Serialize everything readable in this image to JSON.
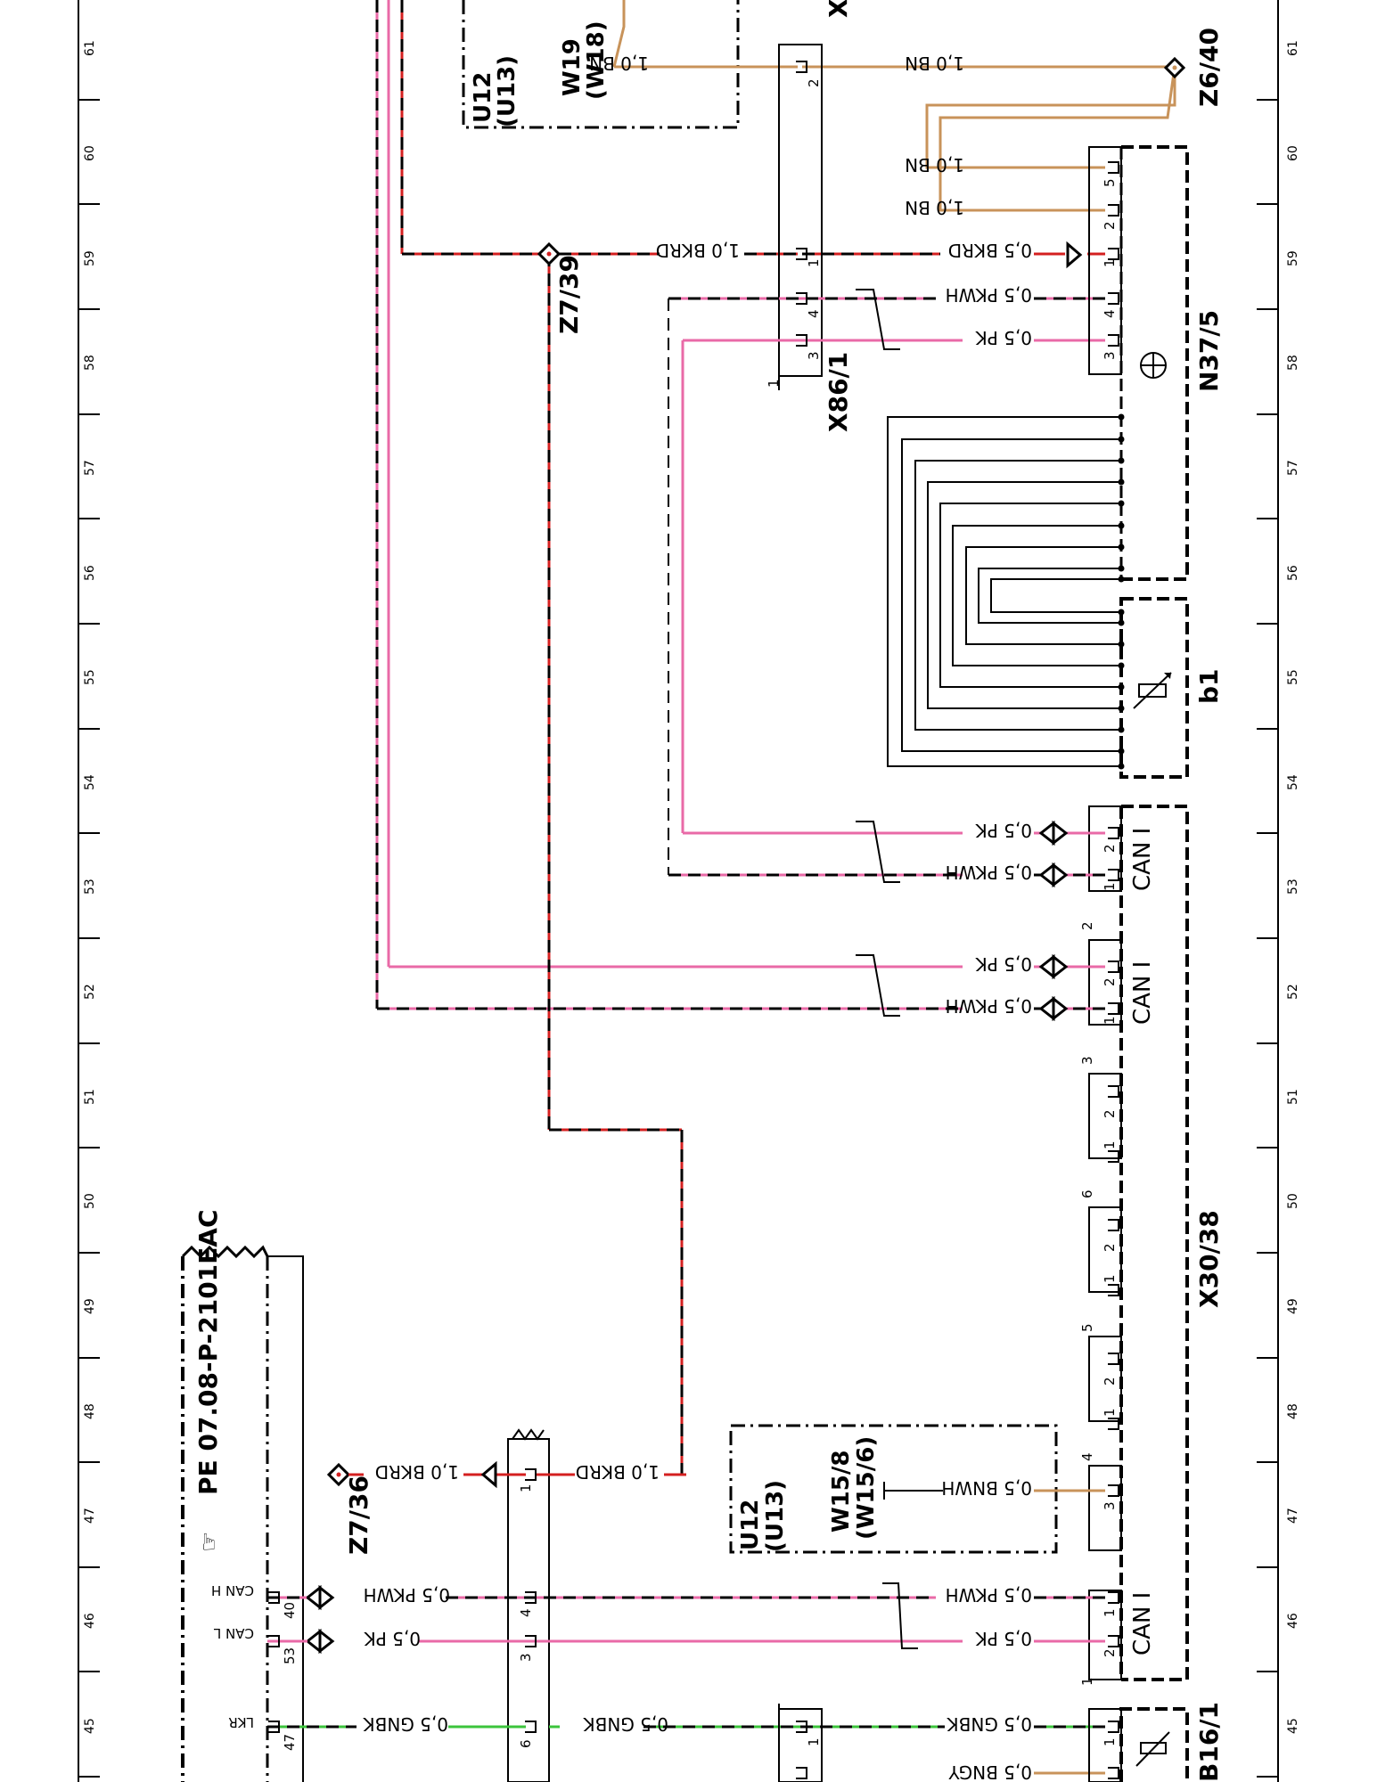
{
  "grid": {
    "columns": [
      "61",
      "60",
      "59",
      "58",
      "57",
      "56",
      "55",
      "54",
      "53",
      "52",
      "51",
      "50",
      "49",
      "48",
      "47",
      "46",
      "45"
    ]
  },
  "colors": {
    "BN": "#c8935a",
    "PK": "#e96aa7",
    "PKWH": "#e96aa7",
    "BKRD": "#d42020",
    "GNBK": "#3cc43c",
    "BNGY": "#c8935a",
    "BNWH": "#c8935a"
  },
  "components": {
    "x_top": "X",
    "u12_top": "U12",
    "u13_top": "(U13)",
    "w19": "W19",
    "w18": "(W18)",
    "z640": "Z6/40",
    "z739": "Z7/39",
    "x861": "X86/1",
    "n375": "N37/5",
    "b1": "b1",
    "x3038": "X30/38",
    "w158": "W15/8",
    "w156": "(W15/6)",
    "u12_mid": "U12",
    "u13_mid": "(U13)",
    "z736": "Z7/36",
    "pe": "PE 07.08-P-2101EAC",
    "b161": "B16/1"
  },
  "wires": {
    "w19_bn": "1,0 BN",
    "x861_p2_bn": "1,0 BN",
    "n375_p5_bn": "1,0 BN",
    "n375_p2_bn": "1,0 BN",
    "z739_bkrd": "1,0 BKRD",
    "n375_p1_bkrd": "0,5 BKRD",
    "n375_p4_pkwh": "0,5 PKWH",
    "n375_p3_pk": "0,5 PK",
    "can2_pk": "0,5 PK",
    "can2_pkwh": "0,5 PKWH",
    "can3_pk": "0,5 PK",
    "can3_pkwh": "0,5 PKWH",
    "z736_bkrd": "1,0 BKRD",
    "conn1_bkrd": "1,0 BKRD",
    "w158_bnwh": "0,5 BNWH",
    "pe_pkwh": "0,5 PKWH",
    "pe_pk": "0,5 PK",
    "can1_pkwh": "0,5 PKWH",
    "can1_pk": "0,5 PK",
    "pe_gnbk": "0,5 GNBK",
    "conn6_gnbk": "0,5 GNBK",
    "b161_gnbk": "0,5 GNBK",
    "b161_bngy": "0,5 BNGY"
  },
  "pins": {
    "x861": [
      "2",
      "1",
      "4",
      "3",
      "1"
    ],
    "n375": [
      "5",
      "2",
      "1",
      "4",
      "3"
    ],
    "can2": [
      "2",
      "1"
    ],
    "can3": [
      "2",
      "1"
    ],
    "blk3": [
      "2",
      "1"
    ],
    "blk6": [
      "2",
      "1"
    ],
    "blk5": [
      "2",
      "1"
    ],
    "blk4": [
      "3"
    ],
    "can1": [
      "1",
      "2"
    ],
    "b161": [
      "1"
    ],
    "conn": [
      "1",
      "4",
      "3",
      "6"
    ],
    "pe": [
      "40",
      "53",
      "47"
    ],
    "group": [
      "2",
      "3",
      "6",
      "5",
      "4",
      "1"
    ]
  },
  "can": {
    "can2": "CAN I",
    "can3": "CAN I",
    "can1": "CAN I",
    "pe_h": "CAN H",
    "pe_l": "CAN L",
    "pe_lkr": "LKR"
  }
}
